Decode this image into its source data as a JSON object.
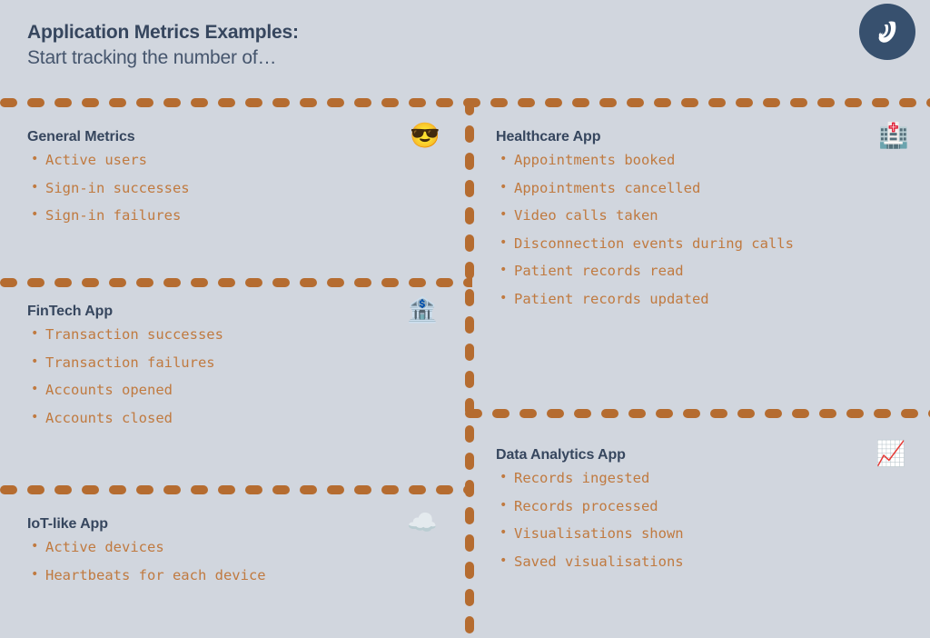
{
  "header": {
    "title_bold": "Application Metrics Examples:",
    "title_regular": "Start tracking the number of…"
  },
  "brand": {
    "logo_name": "wave-spiral-logo",
    "logo_circle_color": "#37506e",
    "logo_mark_color": "#ffffff"
  },
  "theme": {
    "background": "#d1d6de",
    "heading_color": "#36465e",
    "metric_text_color": "#c07a40",
    "divider_color": "#b56c30"
  },
  "panels": [
    {
      "id": "general",
      "title": "General Metrics",
      "emoji": "😎",
      "emoji_name": "smiling-face-with-sunglasses-icon",
      "items": [
        "Active users",
        "Sign-in successes",
        "Sign-in failures"
      ]
    },
    {
      "id": "fintech",
      "title": "FinTech App",
      "emoji": "🏦",
      "emoji_name": "bank-icon",
      "items": [
        "Transaction successes",
        "Transaction failures",
        "Accounts opened",
        "Accounts closed"
      ]
    },
    {
      "id": "iot",
      "title": "IoT-like App",
      "emoji": "☁️",
      "emoji_name": "cloud-icon",
      "items": [
        "Active devices",
        "Heartbeats for each device"
      ]
    },
    {
      "id": "healthcare",
      "title": "Healthcare App",
      "emoji": "🏥",
      "emoji_name": "hospital-icon",
      "items": [
        "Appointments booked",
        "Appointments cancelled",
        "Video calls taken",
        "Disconnection events during calls",
        "Patient records read",
        "Patient records updated"
      ]
    },
    {
      "id": "analytics",
      "title": "Data Analytics App",
      "emoji": "📈",
      "emoji_name": "chart-increasing-icon",
      "items": [
        "Records ingested",
        "Records processed",
        "Visualisations shown",
        "Saved visualisations"
      ]
    }
  ]
}
